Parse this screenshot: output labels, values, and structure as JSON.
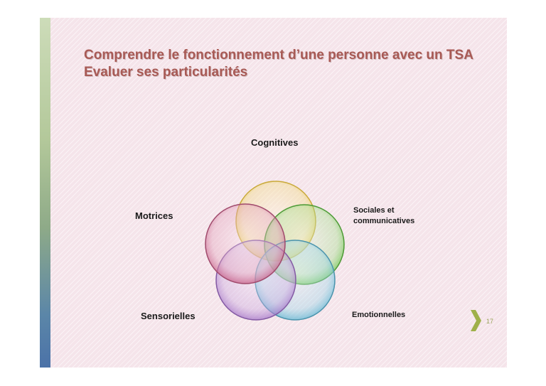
{
  "slide": {
    "title_line1": "Comprendre le fonctionnement d’une personne avec un TSA",
    "title_line2": "Evaluer ses particularités",
    "page_number": "17"
  },
  "diagram": {
    "labels": {
      "cognitives": "Cognitives",
      "motrices": "Motrices",
      "sociales_line1": "Sociales et",
      "sociales_line2": "communicatives",
      "sensorielles": "Sensorielles",
      "emotionnelles": "Emotionnelles"
    },
    "circle_colors": {
      "cognitives": "#e3c545",
      "sociales": "#62c243",
      "emotionnelles": "#5fb6d3",
      "sensorielles": "#a474c8",
      "motrices": "#c55c86"
    }
  },
  "icons": {
    "next": "chevron-right-icon"
  }
}
